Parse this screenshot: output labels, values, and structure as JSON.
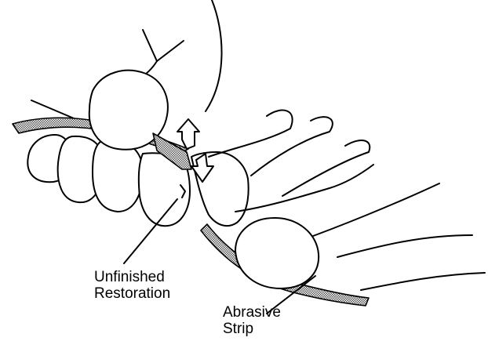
{
  "labels": {
    "restoration": {
      "line1": "Unfinished",
      "line2": "Restoration"
    },
    "strip": {
      "line1": "Abrasive",
      "line2": "Strip"
    }
  },
  "colors": {
    "ink": "#000000",
    "background": "#ffffff",
    "strip_fill": "#999999"
  }
}
